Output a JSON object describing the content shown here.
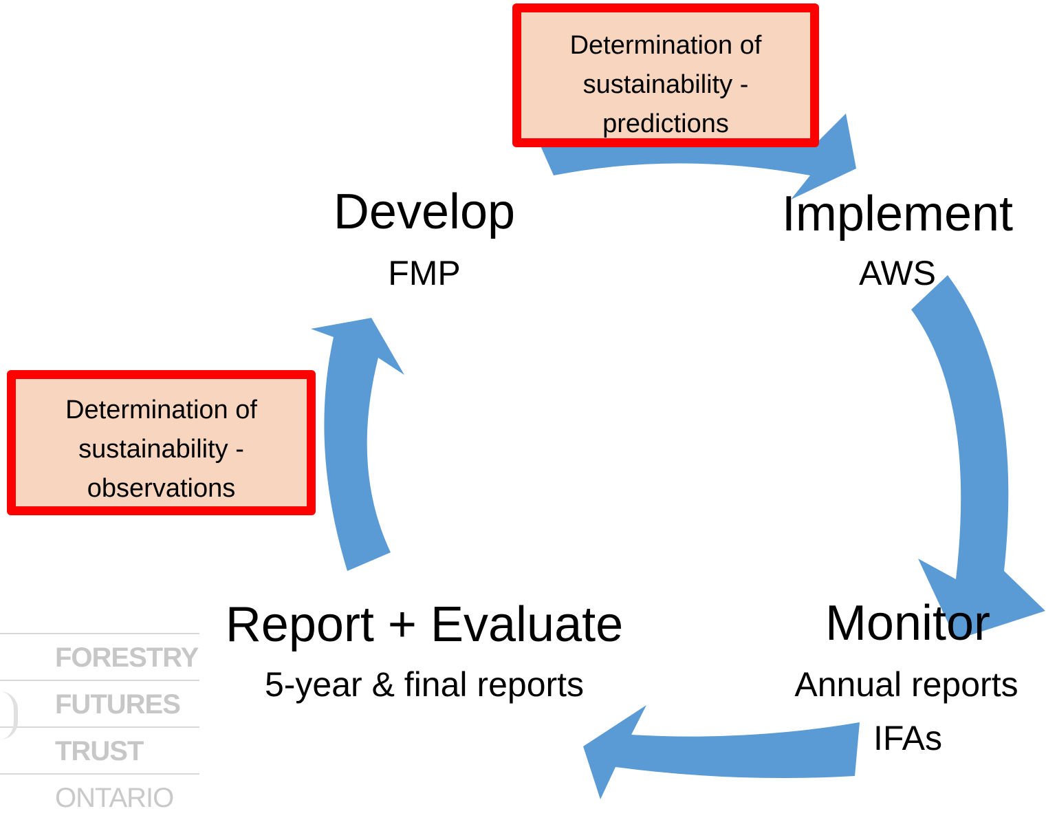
{
  "stages": {
    "develop": {
      "title": "Develop",
      "subtitle": "FMP"
    },
    "implement": {
      "title": "Implement",
      "subtitle": "AWS"
    },
    "monitor": {
      "title": "Monitor",
      "subtitle_line1": "Annual reports",
      "subtitle_line2": "IFAs"
    },
    "report": {
      "title": "Report + Evaluate",
      "subtitle": "5-year & final reports"
    }
  },
  "callouts": {
    "predictions": {
      "line1": "Determination of",
      "line2": "sustainability -",
      "line3": "predictions"
    },
    "observations": {
      "line1": "Determination of",
      "line2": "sustainability -",
      "line3": "observations"
    }
  },
  "logo": {
    "line1": "FORESTRY",
    "line2": "FUTURES",
    "line3": "TRUST",
    "line4": "ONTARIO"
  },
  "colors": {
    "arrow": "#5b9bd5",
    "callout_fill": "#f8d5bf",
    "callout_border": "#ff0000"
  }
}
